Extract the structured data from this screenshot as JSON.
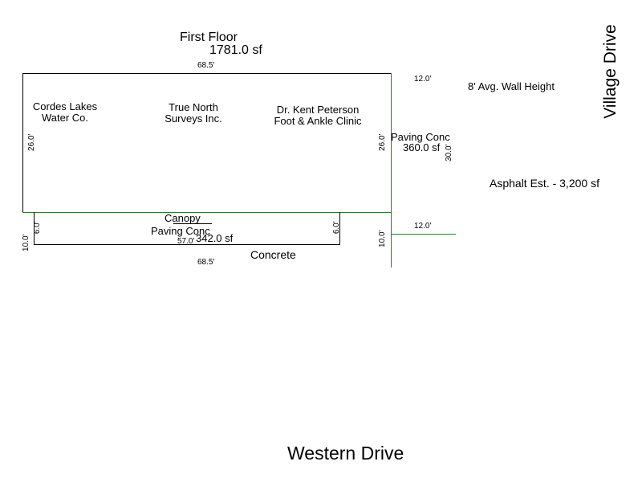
{
  "plan": {
    "title": "First Floor",
    "area": "1781.0 sf",
    "wall_height": "8' Avg. Wall Height",
    "asphalt": "Asphalt Est. - 3,200 sf",
    "concrete": "Concrete",
    "canopy": {
      "label1": "Canopy",
      "label2": "Paving Conc",
      "area": "342.0 sf"
    },
    "paving": {
      "label": "Paving Conc",
      "area": "360.0 sf"
    },
    "tenants": {
      "t1_line1": "Cordes Lakes",
      "t1_line2": "Water Co.",
      "t2_line1": "True North",
      "t2_line2": "Surveys Inc.",
      "t3_line1": "Dr. Kent Peterson",
      "t3_line2": "Foot & Ankle Clinic"
    },
    "dims": {
      "top": "68.5'",
      "bottom": "68.5'",
      "left": "26.0'",
      "right": "26.0'",
      "canopy_width": "57.0'",
      "canopy_left": "6.0'",
      "canopy_right": "6.0'",
      "paving_top": "12.0'",
      "paving_right": "30.0'",
      "lower_left": "10.0'",
      "lower_right": "10.0'",
      "lower_width": "12.0'"
    },
    "streets": {
      "east": "Village Drive",
      "south": "Western Drive"
    }
  }
}
